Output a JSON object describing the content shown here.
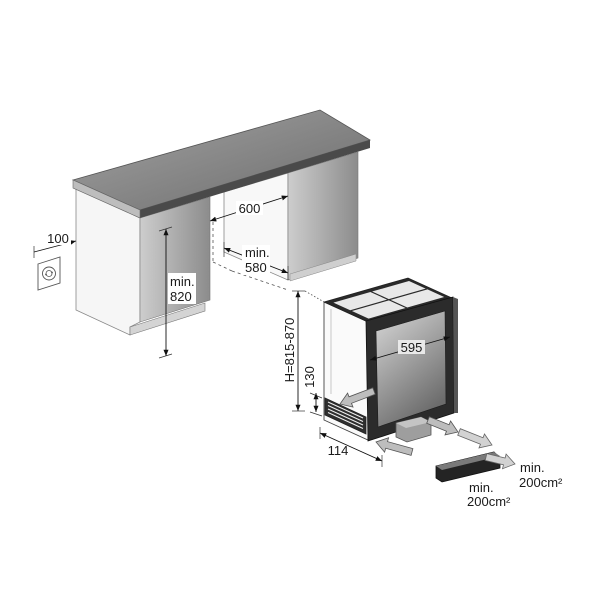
{
  "dimensions": {
    "side_gap": "100",
    "niche_width": "600",
    "niche_height_prefix": "min.",
    "niche_height": "820",
    "niche_depth_prefix": "min.",
    "niche_depth": "580",
    "appliance_height": "H=815-870",
    "plinth_height": "130",
    "appliance_width": "595",
    "plinth_depth": "114"
  },
  "ventilation": {
    "outlet_prefix": "min.",
    "outlet_area": "200cm²",
    "inlet_prefix": "min.",
    "inlet_area": "200cm²"
  }
}
